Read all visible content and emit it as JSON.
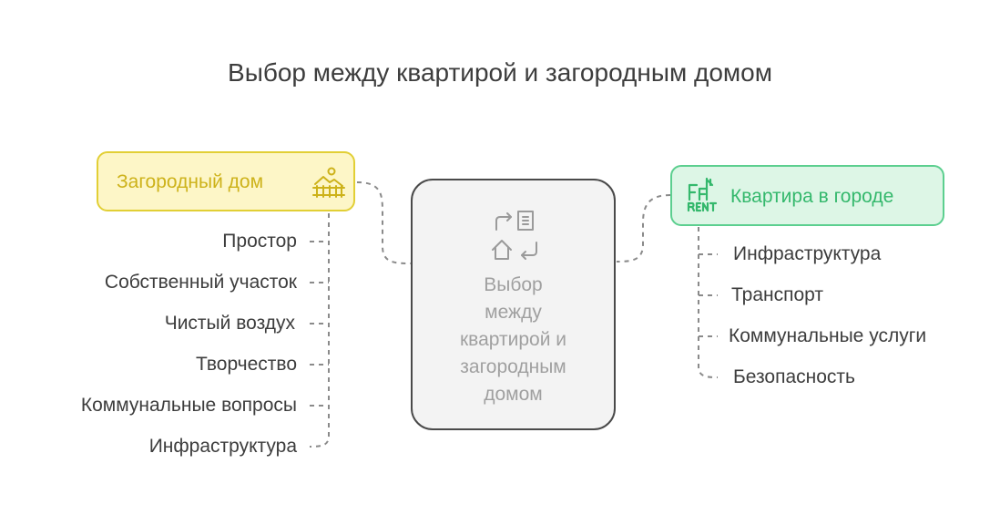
{
  "title": "Выбор между квартирой и загородным домом",
  "center": {
    "label": "Выбор\nмежду\nквартирой и\nзагородным\nдомом",
    "icon": "swap-house-building-icon"
  },
  "left_option": {
    "label": "Загородный дом",
    "icon": "country-house-fence-icon",
    "items": [
      "Простор",
      "Собственный участок",
      "Чистый воздух",
      "Творчество",
      "Коммунальные вопросы",
      "Инфраструктура"
    ]
  },
  "right_option": {
    "label": "Квартира в городе",
    "icon": "rent-building-icon",
    "items": [
      "Инфраструктура",
      "Транспорт",
      "Коммунальные услуги",
      "Безопасность"
    ]
  },
  "colors": {
    "left_fill": "#fdf6c7",
    "left_border": "#e2cf35",
    "left_text": "#cdb21a",
    "right_fill": "#ddf6e6",
    "right_border": "#5ccf8f",
    "right_text": "#34b86c",
    "center_fill": "#f3f3f3",
    "center_border": "#4a4a4a",
    "connector": "#8a8a8a"
  }
}
